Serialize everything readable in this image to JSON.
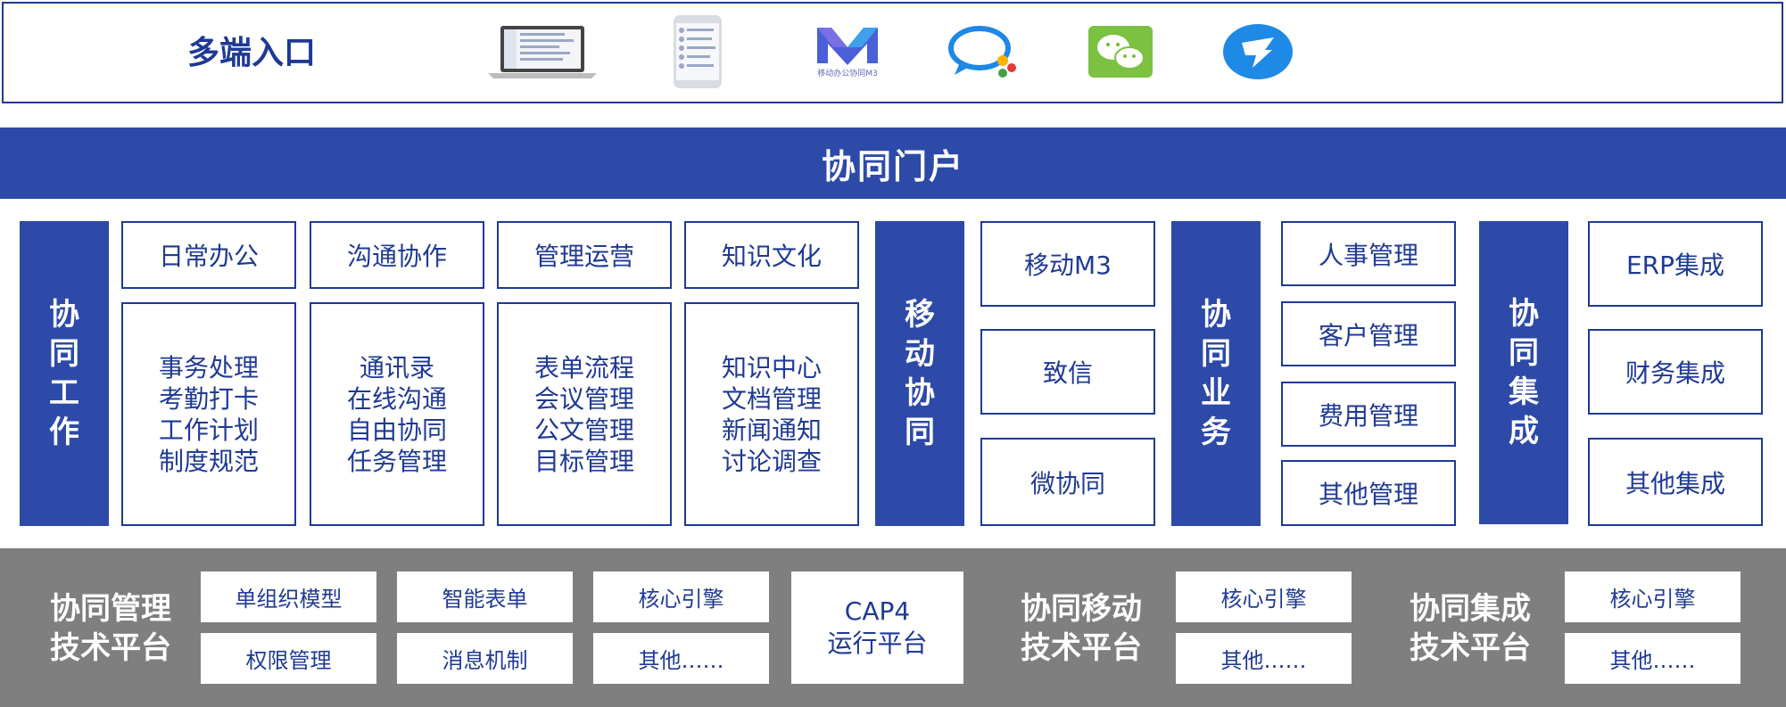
{
  "top": {
    "title": "多端入口",
    "icons": [
      {
        "name": "laptop-app",
        "kind": "laptop"
      },
      {
        "name": "phone-app",
        "kind": "phone"
      },
      {
        "name": "m3-mobile-office",
        "kind": "m3",
        "caption": "移动办公协同M3"
      },
      {
        "name": "zhixin-chat",
        "kind": "chat"
      },
      {
        "name": "wechat",
        "kind": "wechat"
      },
      {
        "name": "dingtalk",
        "kind": "dingtalk"
      }
    ]
  },
  "portal": {
    "title": "协同门户"
  },
  "work": {
    "label": [
      "协",
      "同",
      "工",
      "作"
    ],
    "columns": [
      {
        "header": "日常办公",
        "items": [
          "事务处理",
          "考勤打卡",
          "工作计划",
          "制度规范"
        ]
      },
      {
        "header": "沟通协作",
        "items": [
          "通讯录",
          "在线沟通",
          "自由协同",
          "任务管理"
        ]
      },
      {
        "header": "管理运营",
        "items": [
          "表单流程",
          "会议管理",
          "公文管理",
          "目标管理"
        ]
      },
      {
        "header": "知识文化",
        "items": [
          "知识中心",
          "文档管理",
          "新闻通知",
          "讨论调查"
        ]
      }
    ]
  },
  "mobile": {
    "label": [
      "移",
      "动",
      "协",
      "同"
    ],
    "items": [
      "移动M3",
      "致信",
      "微协同"
    ]
  },
  "business": {
    "label": [
      "协",
      "同",
      "业",
      "务"
    ],
    "items": [
      "人事管理",
      "客户管理",
      "费用管理",
      "其他管理"
    ]
  },
  "integration": {
    "label": [
      "协",
      "同",
      "集",
      "成"
    ],
    "items": [
      "ERP集成",
      "财务集成",
      "其他集成"
    ]
  },
  "platform": {
    "mgmt": {
      "label": [
        "协同管理",
        "技术平台"
      ],
      "grid": [
        [
          "单组织模型",
          "智能表单",
          "核心引擎"
        ],
        [
          "权限管理",
          "消息机制",
          "其他……"
        ]
      ]
    },
    "cap": [
      "CAP4",
      "运行平台"
    ],
    "mobile": {
      "label": [
        "协同移动",
        "技术平台"
      ],
      "items": [
        "核心引擎",
        "其他……"
      ]
    },
    "integration": {
      "label": [
        "协同集成",
        "技术平台"
      ],
      "items": [
        "核心引擎",
        "其他……"
      ]
    }
  },
  "colors": {
    "accent": "#2d4aa8",
    "border": "#1f3a93",
    "platform_bg": "#7f7f7f"
  }
}
